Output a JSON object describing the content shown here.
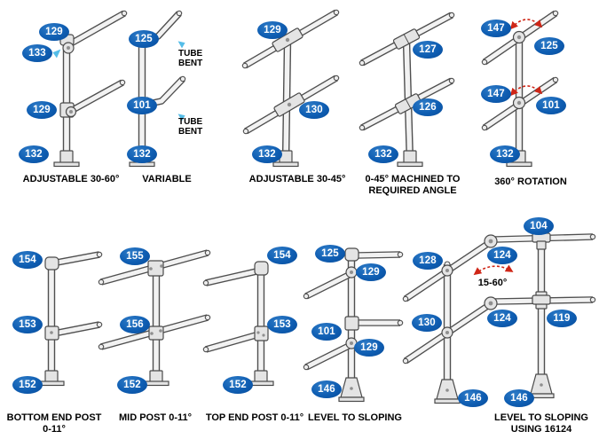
{
  "page": {
    "background": "#ffffff"
  },
  "colors": {
    "badge_fill": "#0e5db2",
    "badge_text": "#ffffff",
    "line_art": "#4f4f4f",
    "rotation_arrow": "#cf2617",
    "pointer_arrow": "#55bde8",
    "caption_text": "#000000"
  },
  "diagrams": [
    {
      "caption": "ADJUSTABLE 30-60°",
      "badges": [
        "129",
        "133",
        "129",
        "132"
      ]
    },
    {
      "caption": "VARIABLE",
      "badges": [
        "125",
        "101",
        "132"
      ],
      "notes": [
        "TUBE BENT",
        "TUBE BENT"
      ]
    },
    {
      "caption": "ADJUSTABLE 30-45°",
      "badges": [
        "129",
        "130",
        "132"
      ]
    },
    {
      "caption": "0-45° MACHINED TO REQUIRED ANGLE",
      "badges": [
        "127",
        "126",
        "132"
      ]
    },
    {
      "caption": "360° ROTATION",
      "badges": [
        "147",
        "125",
        "147",
        "101",
        "132"
      ]
    },
    {
      "caption": "BOTTOM END POST 0-11°",
      "badges": [
        "154",
        "153",
        "152"
      ]
    },
    {
      "caption": "MID POST 0-11°",
      "badges": [
        "155",
        "156",
        "152"
      ]
    },
    {
      "caption": "TOP END POST 0-11°",
      "badges": [
        "154",
        "153",
        "152"
      ]
    },
    {
      "caption": "LEVEL TO SLOPING",
      "badges": [
        "125",
        "129",
        "101",
        "129",
        "146"
      ]
    },
    {
      "caption": "LEVEL TO SLOPING USING 16124",
      "badges": [
        "104",
        "128",
        "124",
        "130",
        "124",
        "119",
        "146",
        "146"
      ],
      "notes": [
        "15-60°"
      ]
    }
  ]
}
